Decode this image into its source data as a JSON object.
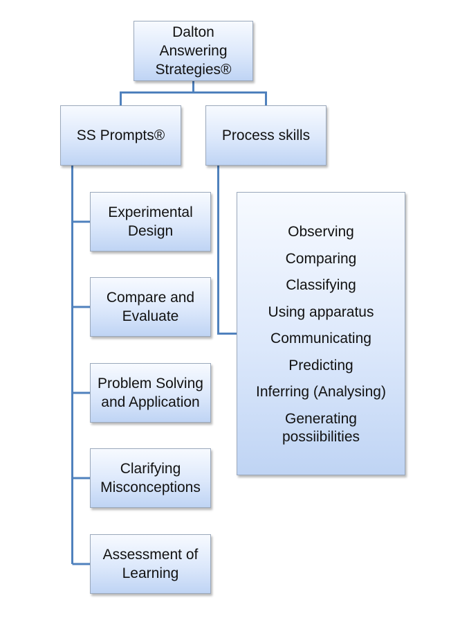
{
  "diagram": {
    "root": {
      "label": "Dalton\nAnswering\nStrategies®"
    },
    "ss_prompts": {
      "label": "SS Prompts®",
      "children": [
        {
          "label": "Experimental\nDesign"
        },
        {
          "label": "Compare and\nEvaluate"
        },
        {
          "label": "Problem Solving\nand Application"
        },
        {
          "label": "Clarifying\nMisconceptions"
        },
        {
          "label": "Assessment of\nLearning"
        }
      ]
    },
    "process_skills": {
      "label": "Process skills",
      "items": [
        "Observing",
        "Comparing",
        "Classifying",
        "Using apparatus",
        "Communicating",
        "Predicting",
        "Inferring (Analysing)",
        "Generating\npossiibilities"
      ]
    }
  },
  "colors": {
    "connector": "#4f81bd",
    "box_border": "#9aa8bb",
    "box_fill_top": "#f7faff",
    "box_fill_bottom": "#bfd4f4"
  }
}
